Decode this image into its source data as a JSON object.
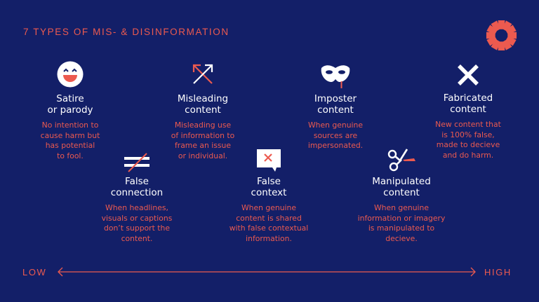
{
  "title": "7 TYPES OF MIS- & DISINFORMATION",
  "colors": {
    "background": "#131f68",
    "accent": "#ec5a4f",
    "text": "#ffffff"
  },
  "logo": "starburst-logo-icon",
  "types": [
    {
      "icon": "laughing-face-icon",
      "name_line1": "Satire",
      "name_line2": "or parody",
      "desc": [
        "No intention to",
        "cause harm but",
        "has potential",
        "to fool."
      ]
    },
    {
      "icon": "not-equal-icon",
      "name_line1": "False",
      "name_line2": "connection",
      "desc": [
        "When headlines,",
        "visuals or captions",
        "don’t support the",
        "content."
      ]
    },
    {
      "icon": "crossed-arrows-icon",
      "name_line1": "Misleading",
      "name_line2": "content",
      "desc": [
        "Misleading use",
        "of information to",
        "frame an issue",
        "or individual."
      ]
    },
    {
      "icon": "speech-bubble-x-icon",
      "name_line1": "False",
      "name_line2": "context",
      "desc": [
        "When genuine",
        "content is shared",
        "with false contextual",
        "information."
      ]
    },
    {
      "icon": "mask-icon",
      "name_line1": "Imposter",
      "name_line2": "content",
      "desc": [
        "When genuine",
        "sources are",
        "impersonated."
      ]
    },
    {
      "icon": "scissors-icon",
      "name_line1": "Manipulated",
      "name_line2": "content",
      "desc": [
        "When genuine",
        "information or imagery",
        "is manipulated to",
        "decieve."
      ]
    },
    {
      "icon": "x-mark-icon",
      "name_line1": "Fabricated",
      "name_line2": "content",
      "desc": [
        "New content that",
        "is 100% false,",
        "made to decieve",
        "and do harm."
      ]
    }
  ],
  "scale": {
    "low_label": "LOW",
    "high_label": "HIGH"
  }
}
